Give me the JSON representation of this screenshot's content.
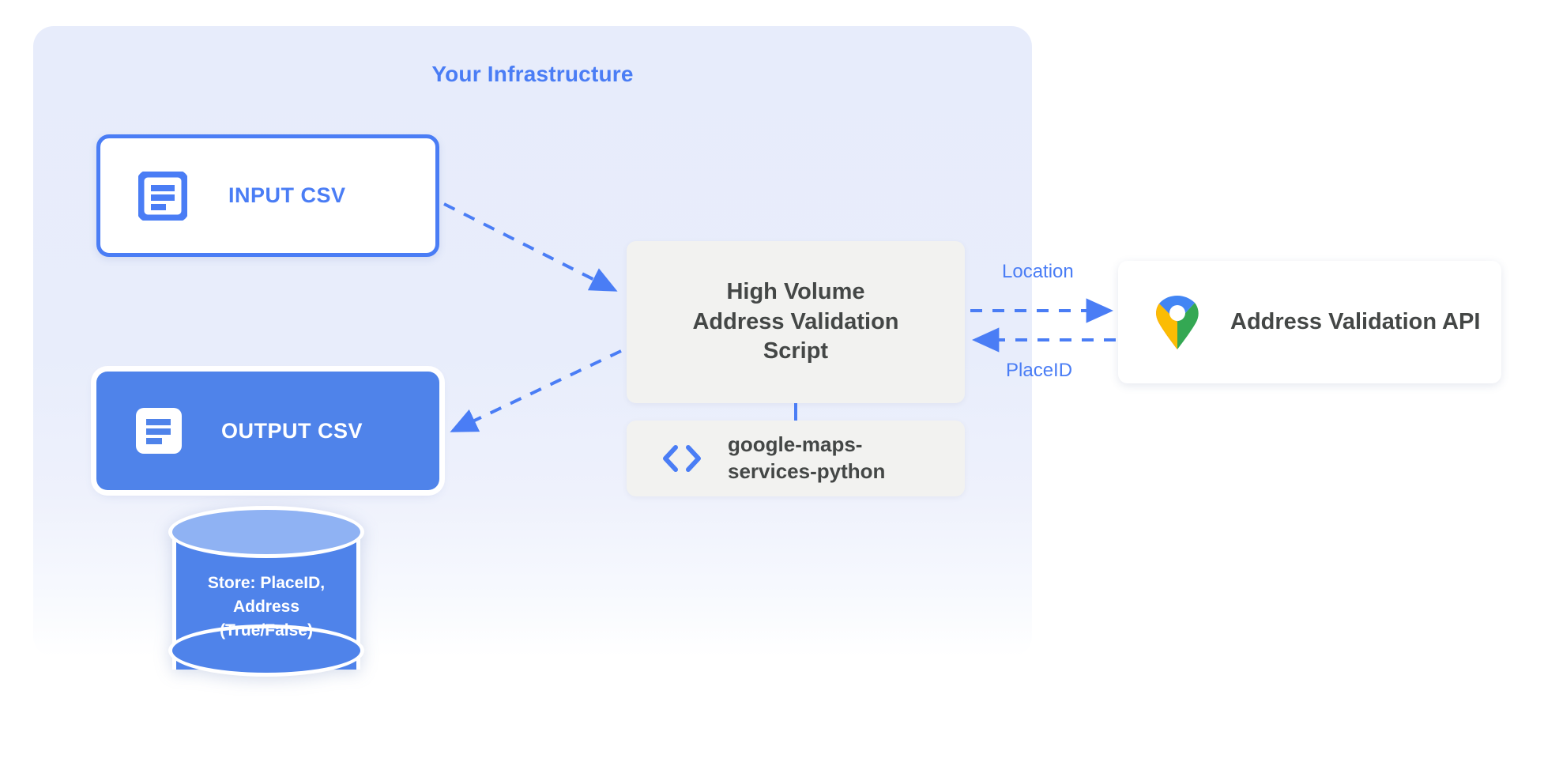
{
  "panel": {
    "title": "Your Infrastructure",
    "accent_color": "#4a7df5",
    "background_color": "#e8ecfb"
  },
  "nodes": {
    "input_csv": {
      "label": "INPUT CSV",
      "icon": "document-icon",
      "fill": "#ffffff",
      "border_color": "#4a7df5"
    },
    "output_csv": {
      "label": "OUTPUT CSV",
      "icon": "document-icon",
      "fill": "#4f83ea",
      "text_color": "#ffffff"
    },
    "database": {
      "line1": "Store: PlaceID,",
      "line2": "Address",
      "line3": "(True/False)",
      "fill": "#4f83ea",
      "top_fill": "#8fb2f3"
    },
    "script": {
      "line1": "High Volume",
      "line2": "Address Validation",
      "line3": "Script",
      "fill": "#f2f2f0",
      "text_color": "#444746"
    },
    "library": {
      "line1": "google-maps-",
      "line2": "services-python",
      "icon": "code-brackets-icon",
      "fill": "#f2f2f0"
    },
    "api": {
      "label": "Address Validation API",
      "icon": "google-maps-pin-icon",
      "fill": "#ffffff"
    }
  },
  "edges": {
    "input_to_script": {
      "label": "",
      "style": "dashed",
      "color": "#4a7df5"
    },
    "script_to_output": {
      "label": "",
      "style": "dashed",
      "color": "#4a7df5"
    },
    "script_to_api": {
      "label": "Location",
      "style": "dashed",
      "color": "#4a7df5"
    },
    "api_to_script": {
      "label": "PlaceID",
      "style": "dashed",
      "color": "#4a7df5"
    },
    "script_to_library": {
      "label": "",
      "style": "solid",
      "color": "#4a7df5"
    }
  }
}
